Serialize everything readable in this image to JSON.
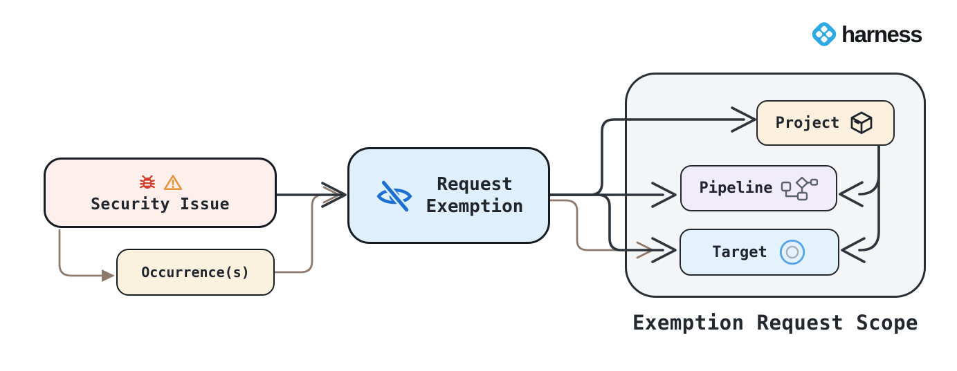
{
  "brand": {
    "name": "harness",
    "logo_icon": "harness-logo-icon",
    "logo_color": "#2FA9E1",
    "text_color": "#17191D"
  },
  "diagram": {
    "nodes": {
      "security_issue": {
        "label": "Security Issue",
        "fill": "#FCEFEC",
        "icons": [
          "bug-icon",
          "warning-icon"
        ]
      },
      "occurrences": {
        "label": "Occurrence(s)",
        "fill": "#FAF1DF"
      },
      "request_exemption": {
        "label_line1": "Request",
        "label_line2": "Exemption",
        "fill": "#DFEFFB",
        "icon": "eye-slash-icon"
      },
      "project": {
        "label": "Project",
        "fill": "#FBF0DD",
        "icon": "package-icon"
      },
      "pipeline": {
        "label": "Pipeline",
        "fill": "#F1ECFA",
        "icon": "pipeline-icon"
      },
      "target": {
        "label": "Target",
        "fill": "#E3F2FC",
        "icon": "target-icon"
      }
    },
    "group": {
      "label": "Exemption Request Scope",
      "fill": "#F4F5F7"
    },
    "edges": [
      {
        "from": "security-issue",
        "to": "request-exemption",
        "color": "#2F353C"
      },
      {
        "from": "security-issue",
        "to": "occurrences",
        "color": "#8E7A6D"
      },
      {
        "from": "occurrences",
        "to": "request-exemption",
        "color": "#8E7A6D"
      },
      {
        "from": "request-exemption",
        "to": "project",
        "color": "#2F353C"
      },
      {
        "from": "request-exemption",
        "to": "pipeline",
        "color": "#2F353C"
      },
      {
        "from": "request-exemption",
        "to": "target",
        "color": "#2F353C"
      },
      {
        "from": "request-exemption",
        "to": "target",
        "color": "#8E7A6D"
      },
      {
        "from": "project",
        "to": "pipeline",
        "color": "#2F353C"
      },
      {
        "from": "project",
        "to": "target",
        "color": "#2F353C"
      }
    ],
    "colors": {
      "edge_dark": "#2F353C",
      "edge_brown": "#8E7A6D",
      "bug_red": "#D63C2A",
      "warning_orange": "#E8963E",
      "eye_blue": "#1D6FD2",
      "cube_dark": "#1E232A",
      "pipeline_icon_gray": "#5A6168",
      "target_blue": "#57A5E9",
      "target_inner_gray": "#A9B0B7",
      "node_border": "#171C22"
    }
  }
}
